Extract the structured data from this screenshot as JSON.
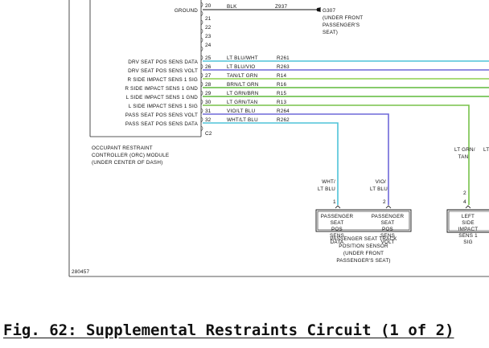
{
  "caption": "Fig. 62: Supplemental Restraints Circuit (1 of 2)",
  "figure_id": "280457",
  "ground": {
    "label": "GROUND",
    "pin": "20",
    "color": "BLK",
    "circuit": "Z937",
    "splice": "G307",
    "note": [
      "(UNDER FRONT",
      "PASSENGER'S",
      "SEAT)"
    ]
  },
  "empty_pins": [
    "21",
    "22",
    "23",
    "24"
  ],
  "wires": [
    {
      "label": "DRV SEAT POS SENS DATA",
      "pin": "25",
      "color": "LT BLU/WHT",
      "circuit": "R261",
      "stroke": "#4fc3d8"
    },
    {
      "label": "DRV SEAT POS SENS VOLT",
      "pin": "26",
      "color": "LT BLU/VIO",
      "circuit": "R263",
      "stroke": "#6f68d8"
    },
    {
      "label": "R SIDE IMPACT SENS 1 SIG",
      "pin": "27",
      "color": "TAN/LT GRN",
      "circuit": "R14",
      "stroke": "#8ed04e"
    },
    {
      "label": "R SIDE IMPACT SENS 1 GND",
      "pin": "28",
      "color": "BRN/LT GRN",
      "circuit": "R16",
      "stroke": "#5fba3a"
    },
    {
      "label": "L SIDE IMPACT SENS 1 GND",
      "pin": "29",
      "color": "LT GRN/BRN",
      "circuit": "R15",
      "stroke": "#5fba3a"
    },
    {
      "label": "L SIDE IMPACT SENS 1 SIG",
      "pin": "30",
      "color": "LT GRN/TAN",
      "circuit": "R13",
      "stroke": "#78c24a"
    },
    {
      "label": "PASS SEAT POS SENS VOLT",
      "pin": "31",
      "color": "VIO/LT BLU",
      "circuit": "R264",
      "stroke": "#6f68d8"
    },
    {
      "label": "PASS SEAT POS SENS DATA",
      "pin": "32",
      "color": "WHT/LT BLU",
      "circuit": "R262",
      "stroke": "#4fc3d8"
    }
  ],
  "connector": "C2",
  "module": [
    "OCCUPANT RESTRAINT",
    "CONTROLLER (ORC) MODULE",
    "(UNDER CENTER OF DASH)"
  ],
  "pass_sensor": {
    "wire_colors": [
      [
        "WHT/",
        "LT BLU"
      ],
      [
        "VIO/",
        "LT BLU"
      ]
    ],
    "pins": [
      "1",
      "2"
    ],
    "cells": [
      [
        "PASSENGER",
        "SEAT",
        "POS",
        "SENS",
        "DATA"
      ],
      [
        "PASSENGER",
        "SEAT",
        "POS",
        "SENS",
        "VOLT"
      ]
    ],
    "caption": [
      "PASSENGER SEAT TRACK",
      "POSITION SENSOR",
      "(UNDER FRONT",
      "PASSENGER'S SEAT)"
    ]
  },
  "left_sensor": {
    "wire_color": [
      "LT GRN/",
      "TAN"
    ],
    "wire_color_partial": "LT",
    "pins": [
      "2",
      "4"
    ],
    "cell": [
      "LEFT",
      "SIDE",
      "IMPACT",
      "SENS 1",
      "SIG"
    ]
  }
}
